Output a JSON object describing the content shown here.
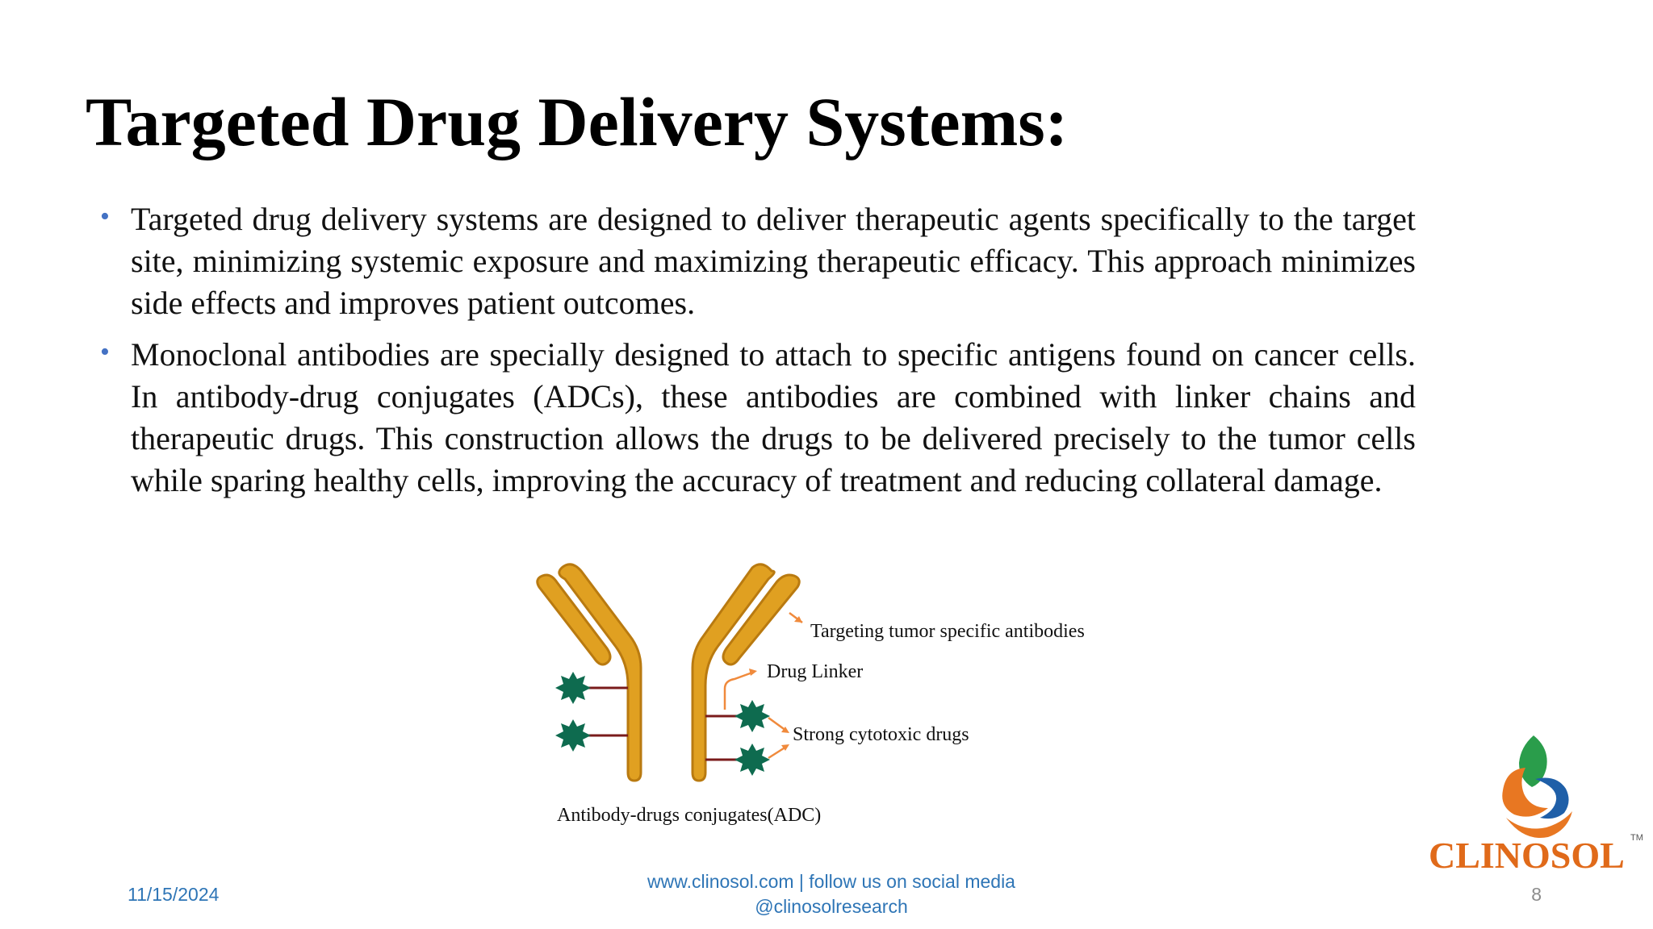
{
  "slide": {
    "title": "Targeted Drug Delivery Systems:",
    "bullet_symbol": "•",
    "bullets": [
      "Targeted drug delivery systems are designed to deliver therapeutic agents specifically to the target site, minimizing systemic exposure and maximizing therapeutic efficacy. This approach minimizes side effects and improves patient outcomes.",
      "Monoclonal antibodies are specially designed to attach to specific antigens found on cancer cells. In antibody-drug conjugates (ADCs), these antibodies are combined with linker chains and therapeutic drugs. This construction allows the drugs to be delivered precisely to the tumor cells while sparing healthy cells, improving the accuracy of treatment and reducing collateral damage."
    ]
  },
  "diagram": {
    "labels": {
      "antibodies": "Targeting tumor specific antibodies",
      "linker": "Drug Linker",
      "drugs": "Strong cytotoxic drugs",
      "caption": "Antibody-drugs conjugates(ADC)"
    },
    "colors": {
      "antibody": "#e0a021",
      "antibody_outline": "#b97a10",
      "drug": "#0e6b4f",
      "linker": "#7a1b1b",
      "arrow": "#f08a3c"
    }
  },
  "logo": {
    "name": "CLINOSOL",
    "trademark": "TM",
    "colors": {
      "orange": "#e87722",
      "green": "#2a9d4b",
      "blue": "#1f5fa8",
      "text": "#e06a1a"
    }
  },
  "footer": {
    "date": "11/15/2024",
    "website_line1": "www.clinosol.com | follow us on social media",
    "website_line2": "@clinosolresearch",
    "page_number": "8"
  }
}
